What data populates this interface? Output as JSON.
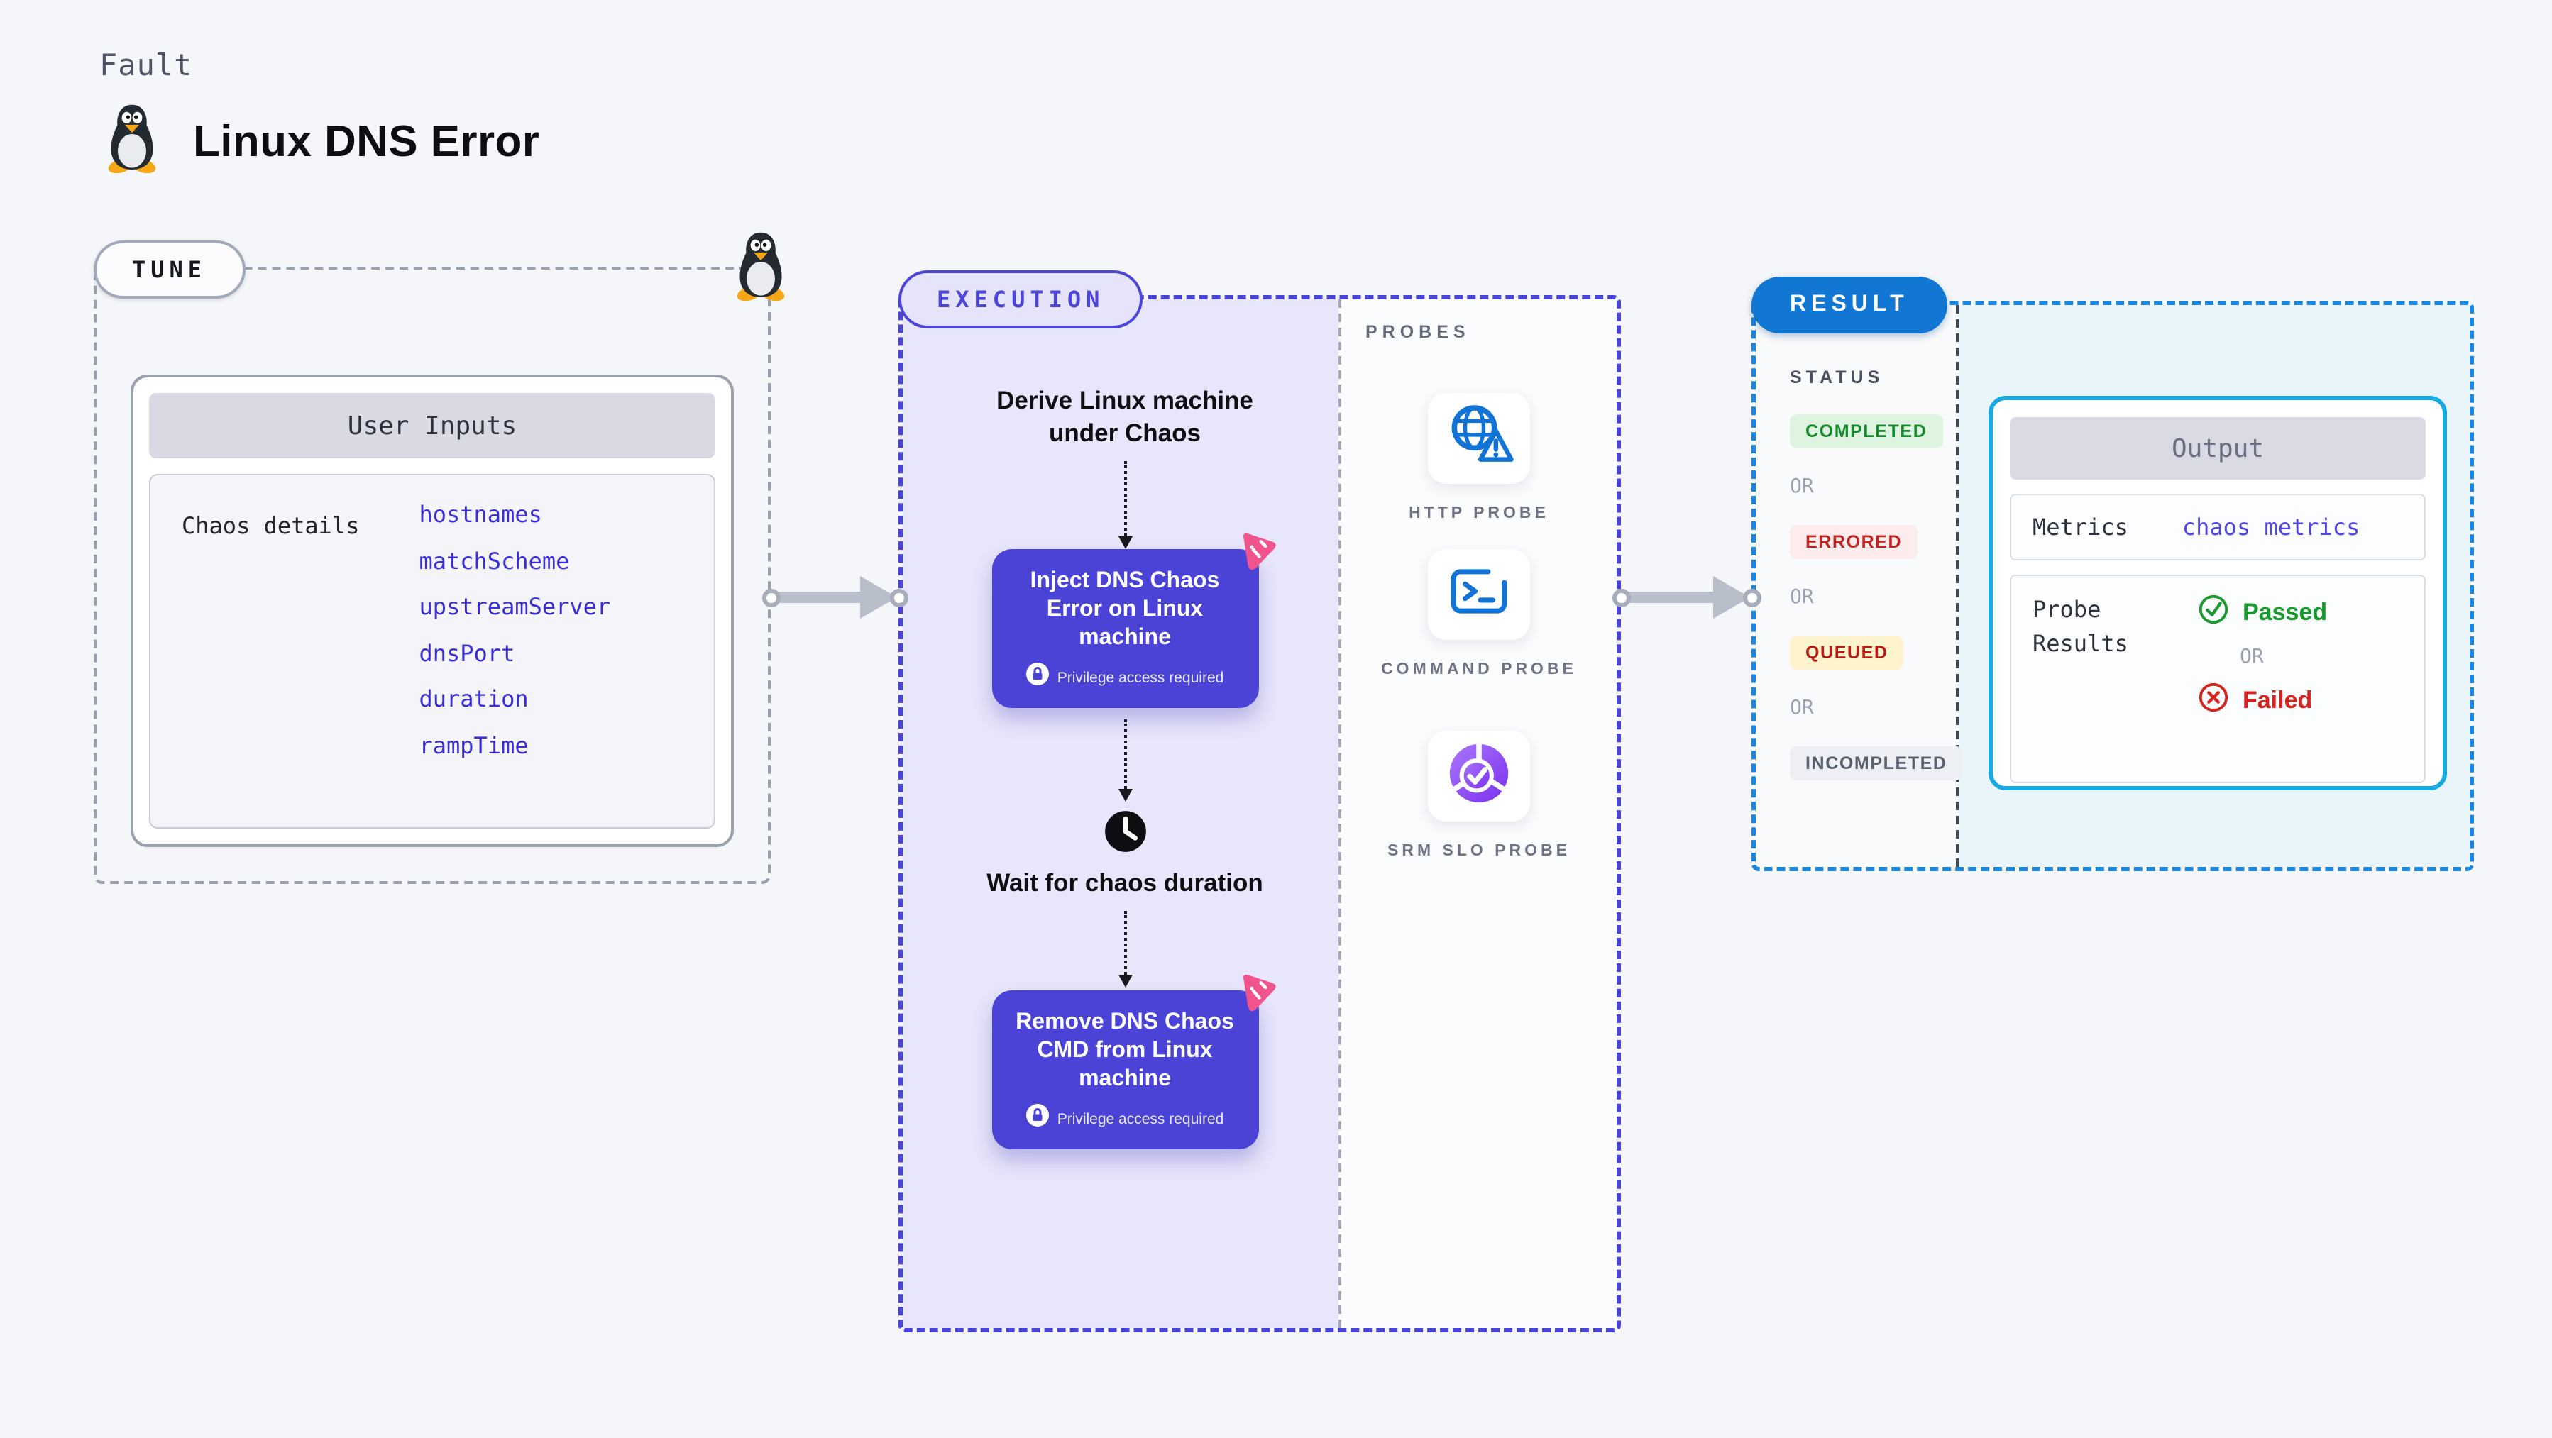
{
  "header": {
    "kicker": "Fault",
    "title": "Linux DNS Error",
    "title_icon": "tux-penguin"
  },
  "tune": {
    "label": "TUNE",
    "card_title": "User Inputs",
    "row_label": "Chaos details",
    "params": [
      "hostnames",
      "matchScheme",
      "upstreamServer",
      "dnsPort",
      "duration",
      "rampTime"
    ]
  },
  "execution": {
    "label": "EXECUTION",
    "derive_step": "Derive Linux machine under Chaos",
    "inject_node": {
      "title": "Inject DNS Chaos Error on Linux machine",
      "privilege": "Privilege access required"
    },
    "wait_step": "Wait for chaos duration",
    "remove_node": {
      "title": "Remove DNS Chaos CMD from Linux machine",
      "privilege": "Privilege access required"
    }
  },
  "probes": {
    "label": "PROBES",
    "items": [
      {
        "label": "HTTP PROBE",
        "icon": "globe-alert-icon"
      },
      {
        "label": "COMMAND PROBE",
        "icon": "terminal-icon"
      },
      {
        "label": "SRM SLO PROBE",
        "icon": "slo-donut-check-icon"
      }
    ]
  },
  "result": {
    "label": "RESULT",
    "status_label": "STATUS",
    "or_label": "OR",
    "statuses": [
      {
        "label": "COMPLETED",
        "type": "completed"
      },
      {
        "label": "ERRORED",
        "type": "errored"
      },
      {
        "label": "QUEUED",
        "type": "queued"
      },
      {
        "label": "INCOMPLETED",
        "type": "incompleted"
      }
    ],
    "output": {
      "title": "Output",
      "metrics_label": "Metrics",
      "metrics_value": "chaos metrics",
      "probe_results_label": "Probe Results",
      "passed_label": "Passed",
      "failed_label": "Failed"
    }
  },
  "colors": {
    "page_bg": "#f5f6f9",
    "execution_bg": "#e8e6fa",
    "node_indigo": "#4a43d6",
    "execution_border": "#4a43d8",
    "pink_badge": "#f1548c",
    "result_pill_blue": "#1277d2",
    "result_border": "#1b86dc",
    "output_border_cyan": "#17a9e0",
    "param_link_blue": "#3a2ed6",
    "metrics_link_blue": "#5148e2",
    "probe_icon_blue": "#1273d6",
    "slo_purple": "#7a2ff0",
    "passed_green": "#189a2d",
    "failed_red": "#d7231d",
    "completed_bg": "#def4e0",
    "errored_bg": "#fcecec",
    "queued_bg": "#fdf3cd",
    "incompleted_bg": "#edeff4",
    "arrow_gray": "#b9bfca"
  }
}
